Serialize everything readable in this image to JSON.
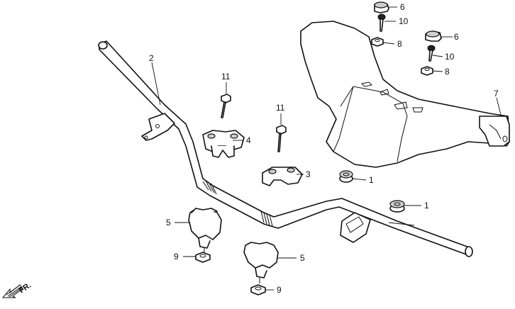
{
  "callouts": {
    "c1a": "1",
    "c1b": "1",
    "c2": "2",
    "c3": "3",
    "c4": "4",
    "c5a": "5",
    "c5b": "5",
    "c6a": "6",
    "c6b": "6",
    "c7": "7",
    "c8a": "8",
    "c8b": "8",
    "c9a": "9",
    "c9b": "9",
    "c10a": "10",
    "c10b": "10",
    "c11a": "11",
    "c11b": "11"
  },
  "direction": {
    "label": "FR.",
    "icon": "front-direction-arrow-icon"
  }
}
